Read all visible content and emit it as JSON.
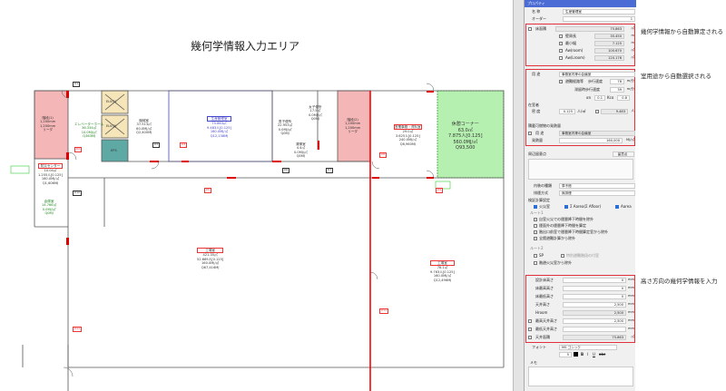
{
  "plan": {
    "title": "幾何学情報入力エリア",
    "rooms": [
      {
        "id": "stair1",
        "lines": [
          "階段(1)",
          "1,200mm",
          "1,200mm",
          "リーダ"
        ]
      },
      {
        "id": "elv1",
        "lines": [
          "ELV(1)"
        ]
      },
      {
        "id": "elv2",
        "lines": [
          "ELV(2)"
        ]
      },
      {
        "id": "eps",
        "lines": [
          "EPS"
        ]
      },
      {
        "id": "machine",
        "lines": [
          "機械室",
          "37.513㎡",
          "60.0MJ/㎡",
          "Q2,400MJ"
        ]
      },
      {
        "id": "office",
        "lines": [
          "生産管理室",
          "75.863㎡",
          "9.483人[0.125]",
          "160.0MJ/㎡",
          "Q12,138MJ"
        ]
      },
      {
        "id": "hall",
        "lines": [
          "エレベーターホール",
          "36.334㎡",
          "10.0MJ/㎡",
          "Q363MJ"
        ]
      },
      {
        "id": "wc_m",
        "lines": [
          "男子便所",
          "22.953㎡",
          "0.0MJ/㎡",
          "Q0MJ"
        ]
      },
      {
        "id": "wc_f",
        "lines": [
          "女子便所",
          "17.5㎡",
          "0.0MJ/㎡",
          "Q0MJ"
        ]
      },
      {
        "id": "clean",
        "lines": [
          "清掃室",
          "4.4㎡",
          "0.0MJ/㎡",
          "Q0MJ"
        ]
      },
      {
        "id": "stair2",
        "lines": [
          "階段(2)",
          "1,200mm",
          "1,200mm",
          "リーダ"
        ]
      },
      {
        "id": "sales",
        "lines": [
          "営業事務・資料室",
          "29.0㎡",
          "3.625人[0.125]",
          "240.0MJ/㎡",
          "Q6,960MJ"
        ]
      },
      {
        "id": "rest",
        "lines": [
          "休憩コーナー",
          "63.0㎡",
          "7.875人[0.125]",
          "560.0MJ/㎡",
          "Q93,500"
        ]
      },
      {
        "id": "center",
        "lines": [
          "防災センター",
          "10.04㎡",
          "1.255人[0.125]",
          "160.0MJ/㎡",
          "Q1,606MJ"
        ]
      },
      {
        "id": "storage",
        "lines": [
          "倉庫室",
          "14.766㎡",
          "0.0MJ/㎡",
          "Q0MJ"
        ]
      },
      {
        "id": "factory",
        "lines": [
          "工場室",
          "421.35㎡",
          "52.669人[0.125]",
          "160.0MJ/㎡",
          "Q67,416MJ"
        ]
      },
      {
        "id": "factory2",
        "lines": [
          "工場室",
          "78.1㎡",
          "9.763人[0.125]",
          "160.0MJ/㎡",
          "Q12,496MJ"
        ]
      }
    ],
    "door_tags": [
      "D1",
      "D2",
      "D3",
      "D4",
      "D5",
      "D6",
      "D7",
      "D8",
      "D9",
      "D10",
      "D11",
      "D12"
    ]
  },
  "panel": {
    "header": "プロパティ",
    "name_label": "名 称",
    "name_value": "生産管理室",
    "order_label": "オーダー",
    "order_value": "1",
    "geometry": {
      "floor_area_label": "床面積",
      "floor_area": "75.863",
      "floor_area_unit": "㎡",
      "perimeter_label": "壁周長",
      "perimeter": "35.450",
      "perimeter_unit": "m",
      "min_width_label": "最小幅",
      "min_width": "7.125",
      "min_width_unit": "m",
      "aw1_label": "Aw(room)",
      "aw1": "100.670",
      "aw1_unit": "㎡",
      "aw2_label": "Aw(Lroom)",
      "aw2": "120.176",
      "aw2_unit": "㎡"
    },
    "usage": {
      "use_label": "用 途",
      "use_value": "事務室内等の会議室",
      "evac_label": "避難経路等",
      "walk_label": "歩行速度",
      "walk_value": "78",
      "walk_unit": "m/分",
      "stay_walk_label": "滞留時歩行速度",
      "stay_walk_value": "39",
      "stay_walk_unit": "m/分",
      "an_label": "αn",
      "an_value": "0.1",
      "kco_label": "Kco",
      "kco_value": "0.8",
      "occupants_label": "在室者",
      "density_label": "密 度",
      "density_value": "0.125",
      "density_unit": "人/㎡",
      "people_value": "9.483",
      "people_unit": "人",
      "fuel_label": "積載可燃物の発熱量",
      "fuel_use_label": "用 途",
      "fuel_use_value": "事務室内等の会議室",
      "heat_label": "発熱量",
      "heat_value": "160,000",
      "heat_unit": "MJ/㎡"
    },
    "notes_label": "周辺留意点",
    "notes_button": "留意点",
    "interior_label": "内装の種類",
    "interior_value": "準不燃",
    "smoke_label": "排煙方式",
    "smoke_value": "無排煙",
    "calc_label": "検証計算設定",
    "calc_checks": [
      {
        "label": "火災室",
        "checked": true
      },
      {
        "label": "Σ Aarea(Σ Afloor)",
        "checked": true
      },
      {
        "label": "Aarea",
        "checked": true
      }
    ],
    "route1_label": "ルート1",
    "route1_items": [
      "自室火災での煙層降下時間を除外",
      "煙面外の煙層降下時間を算定",
      "階出口前室で煙層降下時間算定室から除外",
      "全館避難計算から除外"
    ],
    "route2_label": "ルート2",
    "route2_items": [
      "SP",
      "特別避難階段の付室",
      "階避火災室から除外"
    ],
    "heights": [
      {
        "label": "設計床高さ",
        "value": "0",
        "unit": "mm"
      },
      {
        "label": "床最高高さ",
        "value": "0",
        "unit": "mm"
      },
      {
        "label": "床最低高さ",
        "value": "0",
        "unit": "mm"
      },
      {
        "label": "天井高さ",
        "value": "2,500",
        "unit": "mm"
      },
      {
        "label": "Hroom",
        "value": "2,500",
        "unit": "mm"
      },
      {
        "label": "最高天井高さ",
        "value": "2,500",
        "unit": "mm"
      },
      {
        "label": "最低天井高さ",
        "value": "",
        "unit": "mm"
      },
      {
        "label": "天井面積",
        "value": "75.863",
        "unit": "㎡"
      }
    ],
    "font_label": "フォント",
    "font_value": "MS ゴシック",
    "font_size": "5",
    "bold": "B",
    "italic": "I",
    "underline": "U",
    "strike": "abc",
    "memo_label": "メモ"
  },
  "annotations": {
    "a1": "幾何学情報から自動算定される",
    "a2": "室用途から自動選択される",
    "a3": "高さ方向の幾何学情報を入力"
  },
  "colors": {
    "highlight": "#e0313c",
    "stair": "#f4b6b6",
    "green_room": "#b6f0b0",
    "eps": "#5fa9a4",
    "elv": "#f5e5b8",
    "selected": "#6a6ae0"
  }
}
